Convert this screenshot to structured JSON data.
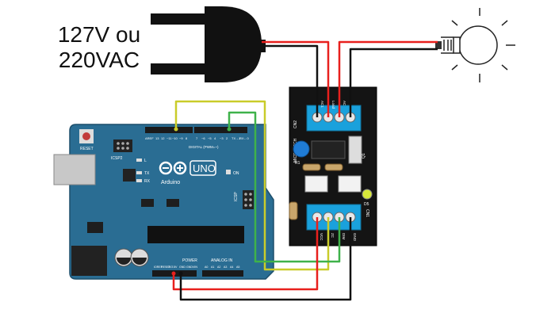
{
  "power": {
    "voltage_line1": "127V ou",
    "voltage_line2": "220VAC"
  },
  "arduino": {
    "logo_text": "UNO",
    "brand_text": "Arduino",
    "reset_label": "RESET",
    "icsp2_label": "ICSP2",
    "icsp_label": "ICSP",
    "digital_label": "DIGITAL (PWM=~)",
    "power_label": "POWER",
    "analog_label": "ANALOG IN",
    "aref_label": "AREF",
    "on_label": "ON",
    "l_label": "L",
    "tx_label": "TX",
    "rx_label": "RX",
    "pin_13": "13",
    "pin_12": "12",
    "pin_11": "~11",
    "pin_10": "~10",
    "pin_9": "~9",
    "pin_8": "8",
    "pin_7": "7",
    "pin_6": "~6",
    "pin_5": "~5",
    "pin_4": "4",
    "pin_3": "~3",
    "pin_2": "2",
    "pin_1": "TX→1",
    "pin_0": "RX←0",
    "pin_ioref": "IOREF",
    "pin_reset": "RESET",
    "pin_3v3": "3V3",
    "pin_5v": "5V",
    "pin_gnd1": "GND",
    "pin_gnd2": "GND",
    "pin_vin": "VIN",
    "pin_a0": "A0",
    "pin_a1": "A1",
    "pin_a2": "A2",
    "pin_a3": "A3",
    "pin_a4": "A4",
    "pin_a5": "A5"
  },
  "module": {
    "brand": "MICROTECH",
    "cn2_label": "CN2",
    "cn1_label": "CN1",
    "ac1_label": "AC1",
    "load_label": "Load",
    "ac_label": "AC",
    "vcc_label": "VCC",
    "zc_label": "ZC",
    "dim_label": "DIM",
    "gnd_label": "GND",
    "q1_label": "Q1",
    "r_label": "R1",
    "led_label": "D5"
  },
  "colors": {
    "board_blue": "#2a6d93",
    "module_black": "#141414",
    "terminal_blue": "#1aa1dc",
    "wire_red": "#e8201d",
    "wire_black": "#111111",
    "wire_yellow": "#c9cc2a",
    "wire_green": "#3fb24a"
  },
  "icons": {
    "plug": "power-plug-icon",
    "bulb": "light-bulb-icon"
  }
}
